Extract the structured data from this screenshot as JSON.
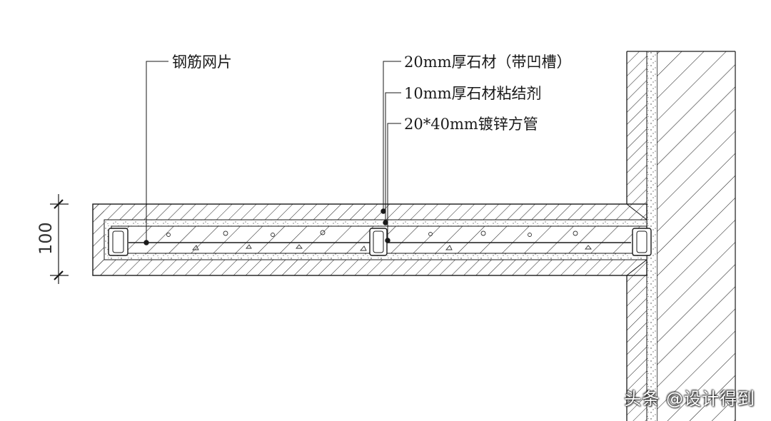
{
  "labels": {
    "rebar_mesh": "钢筋网片",
    "stone_20mm": "20mm厚石材（带凹槽）",
    "adhesive_10mm": "10mm厚石材粘结剂",
    "steel_tube": "20*40mm镀锌方管"
  },
  "dimension": {
    "thickness": "100"
  },
  "watermark": "头条 @设计得到",
  "colors": {
    "line": "#1a1a1a",
    "background": "#ffffff"
  }
}
